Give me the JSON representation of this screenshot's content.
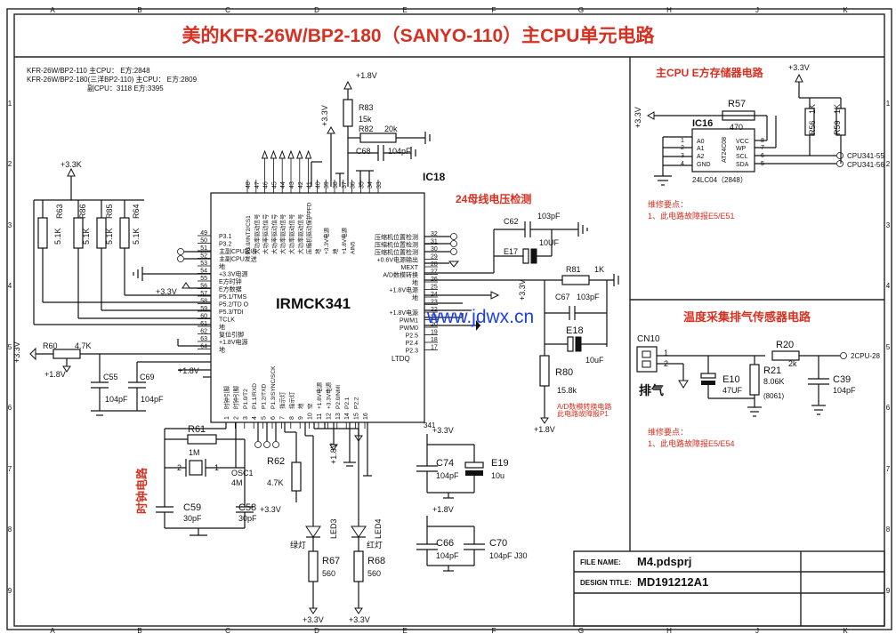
{
  "title": "美的KFR-26W/BP2-180（SANYO-110）主CPU单元电路",
  "grid": {
    "cols": [
      "A",
      "B",
      "C",
      "D",
      "E",
      "F",
      "G",
      "H",
      "J",
      "K"
    ],
    "rows": [
      "1",
      "2",
      "3",
      "4",
      "5",
      "6",
      "7",
      "8",
      "9"
    ]
  },
  "header_info": {
    "line1": "KFR-26W/BP2-110  主CPU：      E方:2848",
    "line2": "KFR-26W/BP2-180(三洋BP2-110)  主CPU：      E方:2809",
    "line3": "副CPU：3118        E方:3395"
  },
  "chip": {
    "name": "IRMCK341",
    "ref": "IC18",
    "left_pins": [
      {
        "num": "49",
        "label": "P3.1"
      },
      {
        "num": "50",
        "label": "P3.2"
      },
      {
        "num": "51",
        "label": "主副CPU接收"
      },
      {
        "num": "52",
        "label": "主副CPU发送"
      },
      {
        "num": "53",
        "label": "地"
      },
      {
        "num": "54",
        "label": "+3.3V电源"
      },
      {
        "num": "55",
        "label": "E方时钟"
      },
      {
        "num": "56",
        "label": "E方数据"
      },
      {
        "num": "57",
        "label": "P5.1/TMS"
      },
      {
        "num": "58",
        "label": "P5.2/TD O"
      },
      {
        "num": "59",
        "label": "P5.3/TDI"
      },
      {
        "num": "60",
        "label": "TCLK"
      },
      {
        "num": "61",
        "label": "地"
      },
      {
        "num": "62",
        "label": "复位引脚"
      },
      {
        "num": "63",
        "label": "+1.8V电源"
      },
      {
        "num": "64",
        "label": "地"
      }
    ],
    "right_pins": [
      {
        "num": "32",
        "label": "压缩机位置检测"
      },
      {
        "num": "31",
        "label": "压缩机位置检测"
      },
      {
        "num": "30",
        "label": "压缩机位置检测"
      },
      {
        "num": "29",
        "label": "+0.6V电源输出"
      },
      {
        "num": "28",
        "label": "MEXT"
      },
      {
        "num": "27",
        "label": "A/D数模转换"
      },
      {
        "num": "26",
        "label": "地"
      },
      {
        "num": "25",
        "label": "+1.8V电源"
      },
      {
        "num": "24",
        "label": "地"
      },
      {
        "num": "23",
        "label": ""
      },
      {
        "num": "22",
        "label": "+1.8V电源"
      },
      {
        "num": "21",
        "label": "PWM1"
      },
      {
        "num": "20",
        "label": "PWM0"
      },
      {
        "num": "19",
        "label": "P2.5"
      },
      {
        "num": "18",
        "label": "P2.4"
      },
      {
        "num": "17",
        "label": "P2.3"
      }
    ],
    "top_pins": [
      "48",
      "47",
      "46",
      "45",
      "44",
      "43",
      "42",
      "41",
      "40",
      "39",
      "38",
      "37",
      "36",
      "35",
      "34",
      "33"
    ],
    "top_labels": [
      "P3.0/INT2/CS1",
      "大功率驱动信号",
      "大功率驱动信号",
      "大功率驱动信号",
      "大功率驱动信号",
      "大功率驱动信号",
      "大功率驱动信号",
      "压缩机驱动保护PFD",
      "地",
      "+3.3V电源",
      "地",
      "+1.8V电源",
      "AIN5",
      "",
      "",
      ""
    ],
    "bottom_pins": [
      "1",
      "2",
      "3",
      "4",
      "5",
      "6",
      "7",
      "8",
      "9",
      "10",
      "11",
      "12",
      "13",
      "14",
      "15",
      "16"
    ],
    "bottom_labels": [
      "时钟引脚",
      "时钟引脚",
      "P1.0/T2",
      "P1.1/RXD",
      "P1.2/TXD",
      "P1.3/SYNC/SCK",
      "指示灯",
      "指示灯",
      "地",
      "空",
      "+1.8V电源",
      "+3.3V电源",
      "P2.0/NMI",
      "P2.1",
      "P2.2",
      ""
    ],
    "ltdq": "LTDQ"
  },
  "labels": {
    "r63": "R63",
    "r86": "R86",
    "r85": "R85",
    "r64": "R64",
    "r5k1": "5.1K",
    "v33k": "+3.3K",
    "v33": "+3.3V",
    "v18": "+1.8V",
    "r83": "R83",
    "r83v": "15k",
    "r82": "R82",
    "r82v": "20k",
    "c68": "C68",
    "c68v": "104pF",
    "r60": "R60",
    "r60v": "4.7K",
    "c55": "C55",
    "c69": "C69",
    "c104": "104pF",
    "r61": "R61",
    "r61v": "1M",
    "osc1": "OSC1",
    "osc1v": "4M",
    "c59": "C59",
    "c58": "C58",
    "c30p": "30pF",
    "r62": "R62",
    "r62v": "4.7K",
    "led3": "LED3",
    "led4": "LED4",
    "green": "绿灯",
    "red": "红灯",
    "r67": "R67",
    "r68": "R68",
    "r560": "560",
    "c74": "C74",
    "e19": "E19",
    "e19v": "10u",
    "c66": "C66",
    "c70": "C70",
    "c70v": "104pF J30",
    "pin341": "341",
    "bus_title": "24母线电压检测",
    "c62": "C62",
    "c62v": "103pF",
    "e17": "E17",
    "e17v": "10UF",
    "r81": "R81",
    "r81v": "1K",
    "c67": "C67",
    "c67v": "103pF",
    "e18": "E18",
    "e18v": "10uF",
    "r80": "R80",
    "r80v": "15.8k",
    "ad_note1": "A/D数模转换电路",
    "ad_note2": "此电路故障报P1",
    "clock_title": "时钟电路",
    "watermark": "www.jdwx.cn"
  },
  "eeprom": {
    "title": "主CPU E方存储器电路",
    "ic": "IC16",
    "part": "24LC04（2848）",
    "chip_mark": "AT24C08",
    "r57": "R57",
    "r57v": "470",
    "r56": "R56",
    "r59": "R59",
    "r1k": "1K",
    "pins_left": [
      "A0",
      "A1",
      "A2",
      "GND"
    ],
    "pins_right": [
      "VCC",
      "WP",
      "SCL",
      "SDA"
    ],
    "nums_left": [
      "1",
      "2",
      "3",
      "4"
    ],
    "nums_right": [
      "8",
      "7",
      "6",
      "5"
    ],
    "net1": "CPU341-55",
    "net2": "CPU341-56",
    "note_title": "维修要点：",
    "note": "1、此电路故障报E5/E51"
  },
  "temp": {
    "title": "温度采集排气传感器电路",
    "cn10": "CN10",
    "pin1": "1",
    "pin2": "2",
    "exhaust": "排气",
    "r20": "R20",
    "r20v": "2k",
    "r21": "R21",
    "r21v": "8.06K",
    "r21p": "(8061)",
    "e10": "E10",
    "e10v": "47UF",
    "c39": "C39",
    "c39v": "104pF",
    "net": "2CPU-28",
    "note_title": "维修要点：",
    "note": "1、此电路故障报E5/E54"
  },
  "title_block": {
    "file_label": "FILE NAME:",
    "file_value": "M4.pdsprj",
    "design_label": "DESIGN TITLE:",
    "design_value": "MD191212A1"
  }
}
